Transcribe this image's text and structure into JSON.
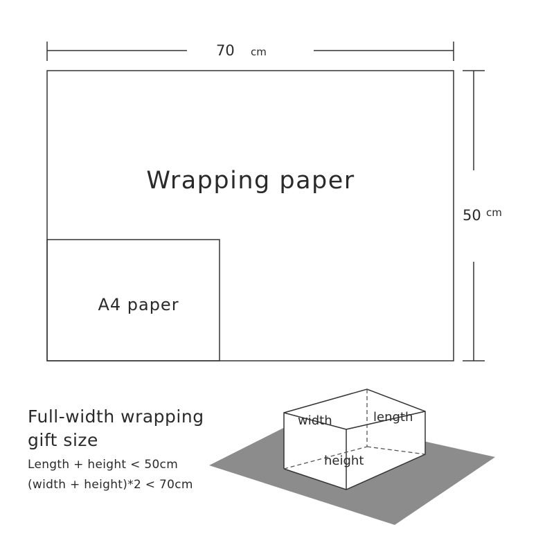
{
  "diagram": {
    "top_dimension": {
      "value": "70",
      "unit": "cm"
    },
    "side_dimension": {
      "value": "50",
      "unit": "cm"
    },
    "wrapping_label": "Wrapping paper",
    "a4_label": "A4 paper",
    "box_labels": {
      "width": "width",
      "length": "length",
      "height": "height"
    }
  },
  "caption": {
    "title_line1": "Full-width wrapping",
    "title_line2": "gift size",
    "rule1": "Length + height < 50cm",
    "rule2": "(width + height)*2 < 70cm"
  },
  "colors": {
    "line": "#333333",
    "text": "#2a2a2a",
    "shadow": "#8c8c8c",
    "background": "#ffffff"
  }
}
